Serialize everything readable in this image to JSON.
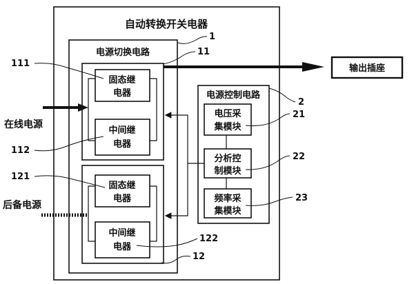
{
  "title": "自动转换开关电器",
  "power_switch_circuit": {
    "label": "电源切换电路"
  },
  "power_control_circuit": {
    "label": "电源控制电路"
  },
  "group1": {
    "solid_state_relay": {
      "line1": "固态继",
      "line2": "电器"
    },
    "intermediate_relay": {
      "line1": "中间继",
      "line2": "电器"
    }
  },
  "group2": {
    "solid_state_relay": {
      "line1": "固态继",
      "line2": "电器"
    },
    "intermediate_relay": {
      "line1": "中间继",
      "line2": "电器"
    }
  },
  "modules": {
    "voltage": {
      "line1": "电压采",
      "line2": "集模块"
    },
    "analysis": {
      "line1": "分析控",
      "line2": "制模块"
    },
    "frequency": {
      "line1": "频率采",
      "line2": "集模块"
    }
  },
  "inputs": {
    "online_power": "在线电源",
    "backup_power": "后备电源"
  },
  "output": {
    "socket": "输出插座"
  },
  "refs": {
    "r1": "1",
    "r11": "11",
    "r2": "2",
    "r21": "21",
    "r22": "22",
    "r23": "23",
    "r111": "111",
    "r112": "112",
    "r121": "121",
    "r122": "122",
    "r12": "12"
  }
}
